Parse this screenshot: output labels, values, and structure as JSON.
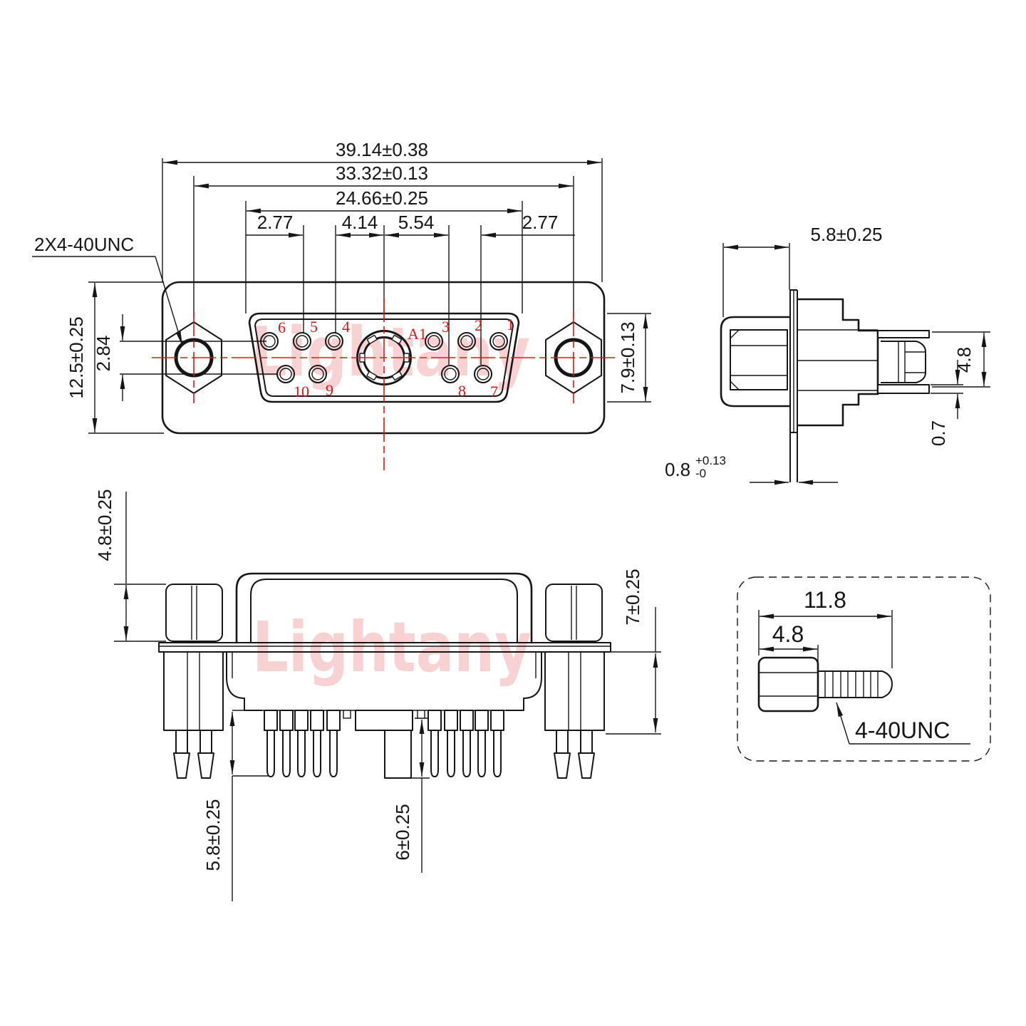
{
  "watermark": {
    "text": "Lightany"
  },
  "colors": {
    "line": "#161616",
    "accent_red": "#e11414",
    "watermark_pink": "#f8d2d2",
    "background": "#ffffff"
  },
  "front_view": {
    "thread_callout": "2X4-40UNC",
    "dim_overall_width": "39.14±0.38",
    "dim_mount_spacing": "33.32±0.13",
    "dim_insert_width": "24.66±0.25",
    "dim_pitch_left": "2.77",
    "dim_pitch_mid": "4.14",
    "dim_pitch_coax": "5.54",
    "dim_pitch_right": "2.77",
    "dim_flange_height": "12.5±0.25",
    "dim_row_offset": "2.84",
    "dim_insert_height": "7.9±0.13",
    "pins": {
      "p1": "1",
      "p2": "2",
      "p3": "3",
      "p4": "4",
      "p5": "5",
      "p6": "6",
      "p7": "7",
      "p8": "8",
      "p9": "9",
      "p10": "10",
      "a1": "A1"
    }
  },
  "side_view": {
    "dim_depth": "5.8±0.25",
    "dim_contact_span": "4.8",
    "dim_pin_thickness": "0.7",
    "dim_flange_thickness": "0.8",
    "dim_flange_tol_plus": "+0.13",
    "dim_flange_tol_minus": "-0"
  },
  "rear_view": {
    "dim_standoff_height": "4.8±0.25",
    "dim_body_height": "7±0.25",
    "dim_pin_length": "5.8±0.25",
    "dim_coax_pin_length": "6±0.25"
  },
  "screw_detail": {
    "dim_total_length": "11.8",
    "dim_head_length": "4.8",
    "thread_label": "4-40UNC"
  }
}
